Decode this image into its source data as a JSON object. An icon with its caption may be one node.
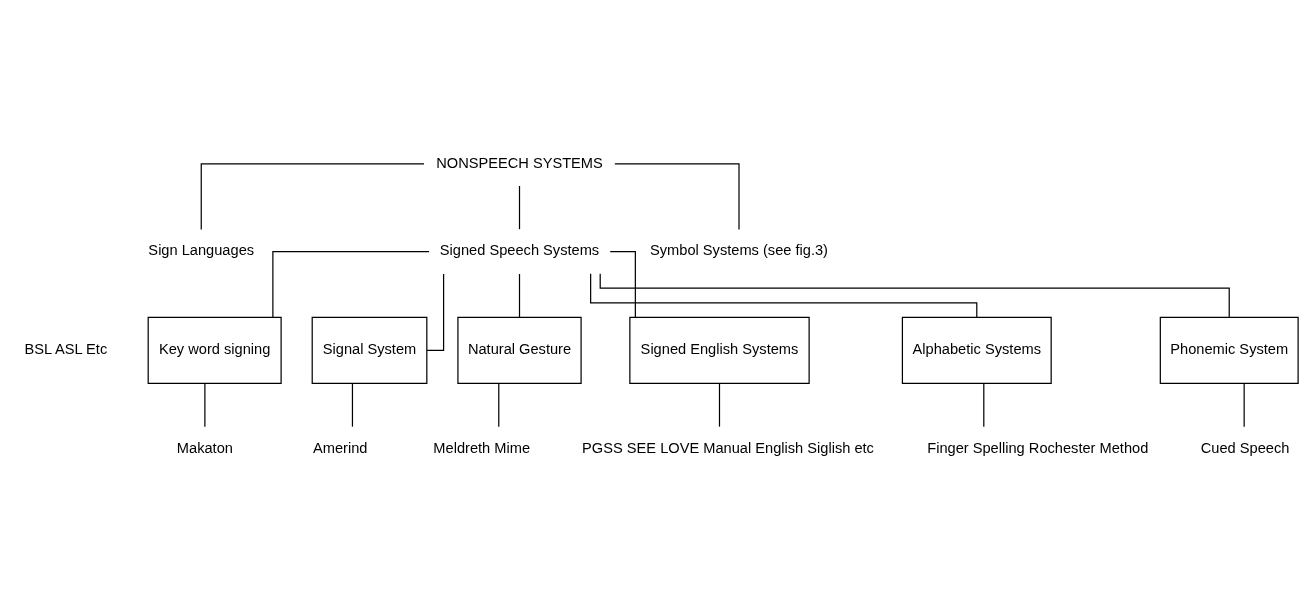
{
  "diagram": {
    "nodes": [
      {
        "text": [
          "NONSPEECH SYSTEMS"
        ]
      },
      {
        "text": [
          "Sign Languages"
        ]
      },
      {
        "text": [
          "Signed Speech Systems"
        ]
      },
      {
        "text": [
          "Symbol Systems (see fig.3)"
        ]
      },
      {
        "text": [
          "Key word signing"
        ]
      },
      {
        "text": [
          "Signal System"
        ]
      },
      {
        "text": [
          "Natural Gesture"
        ]
      },
      {
        "text": [
          "Signed English Systems"
        ]
      },
      {
        "text": [
          "Alphabetic Systems"
        ]
      },
      {
        "text": [
          "Phonemic System"
        ]
      },
      {
        "text": [
          "Makaton"
        ]
      },
      {
        "text": [
          "Amerind"
        ]
      },
      {
        "text": [
          "Meldreth Mime"
        ]
      },
      {
        "text": [
          "PGSS SEE LOVE Manual English Siglish etc"
        ]
      },
      {
        "text": [
          "Finger Spelling Rochester Method"
        ]
      },
      {
        "text": [
          "Cued Speech"
        ]
      }
    ],
    "edges": [
      {
        "from": 0,
        "to": 1,
        "arrow": "none"
      },
      {
        "from": 0,
        "to": 2,
        "arrow": "none"
      },
      {
        "from": 0,
        "to": 3,
        "arrow": "none"
      },
      {
        "from": 2,
        "to": 4,
        "arrow": "none"
      },
      {
        "from": 2,
        "to": 5,
        "arrow": "none"
      },
      {
        "from": 2,
        "to": 6,
        "arrow": "none"
      },
      {
        "from": 2,
        "to": 7,
        "arrow": "none"
      },
      {
        "from": 2,
        "to": 8,
        "arrow": "none"
      },
      {
        "from": 2,
        "to": 9,
        "arrow": "none"
      },
      {
        "from": 4,
        "to": 10,
        "arrow": "none"
      },
      {
        "from": 5,
        "to": 11,
        "arrow": "none"
      },
      {
        "from": 6,
        "to": 12,
        "arrow": "none"
      },
      {
        "from": 7,
        "to": 13,
        "arrow": "none"
      },
      {
        "from": 8,
        "to": 14,
        "arrow": "none"
      },
      {
        "from": 9,
        "to": 15,
        "arrow": "none"
      }
    ],
    "labels": [
      "BSL ASL Etc"
    ]
  }
}
